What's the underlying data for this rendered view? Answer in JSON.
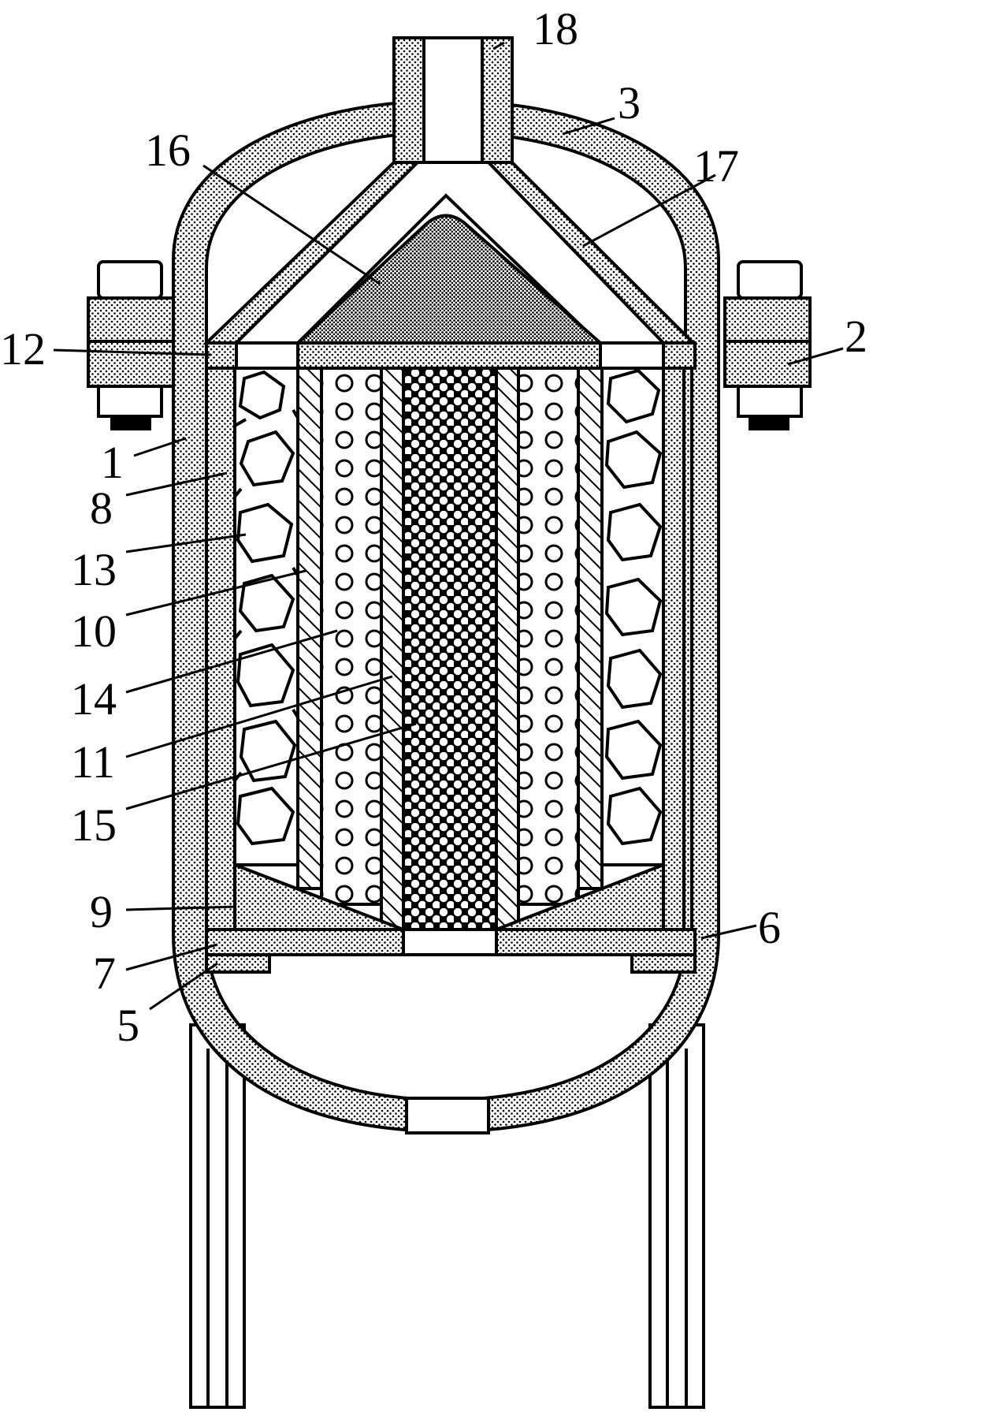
{
  "figure": {
    "labels": {
      "housing_body": "1",
      "flange_clamp": "2",
      "top_dome_cover": "3",
      "support_ring": "5",
      "bottom_plate_right": "6",
      "bottom_plate_left": "7",
      "inner_cylinder": "8",
      "bottom_cone_base": "9",
      "diagonal_hatched_layer": "10",
      "inner_hatched_tube": "11",
      "top_ring_plate": "12",
      "stone_packing_layer": "13",
      "porous_circle_layer": "14",
      "central_porous_core": "15",
      "top_cone_cap": "16",
      "y_outlet_branch": "17",
      "outlet_pipe": "18"
    }
  }
}
